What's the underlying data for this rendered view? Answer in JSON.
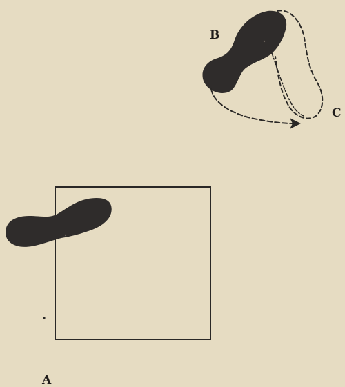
{
  "labels": {
    "a": "A",
    "b": "B",
    "c": "C"
  },
  "colors": {
    "paper": "#e6dcc2",
    "ink": "#2a2826",
    "footprint": "#2f2c2b"
  }
}
